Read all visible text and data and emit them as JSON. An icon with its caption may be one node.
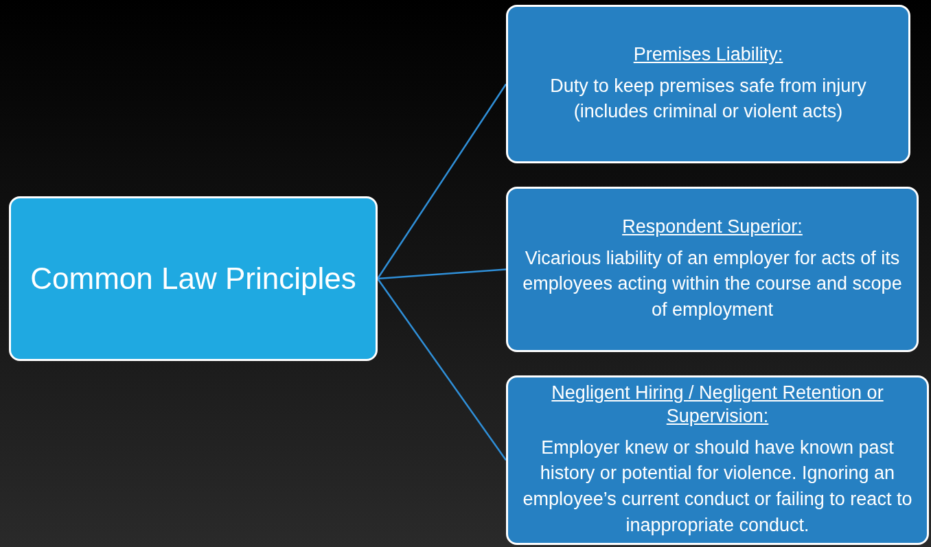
{
  "diagram": {
    "nodes": [
      {
        "text": [
          "Common Law Principles"
        ]
      },
      {
        "text": [
          "Premises Liability:",
          "Duty to keep premises safe from injury (includes criminal or violent acts)"
        ]
      },
      {
        "text": [
          "Respondent Superior:",
          "Vicarious liability of an employer for acts of its employees acting within the course and scope of employment"
        ]
      },
      {
        "text": [
          "Negligent Hiring / Negligent Retention or Supervision:",
          "Employer knew or should have known past history or potential for violence. Ignoring an employee’s current conduct or failing to react to inappropriate conduct."
        ]
      }
    ],
    "edges": [
      {
        "from": 0,
        "to": 1,
        "arrow": "none"
      },
      {
        "from": 0,
        "to": 2,
        "arrow": "none"
      },
      {
        "from": 0,
        "to": 3,
        "arrow": "none"
      }
    ]
  }
}
